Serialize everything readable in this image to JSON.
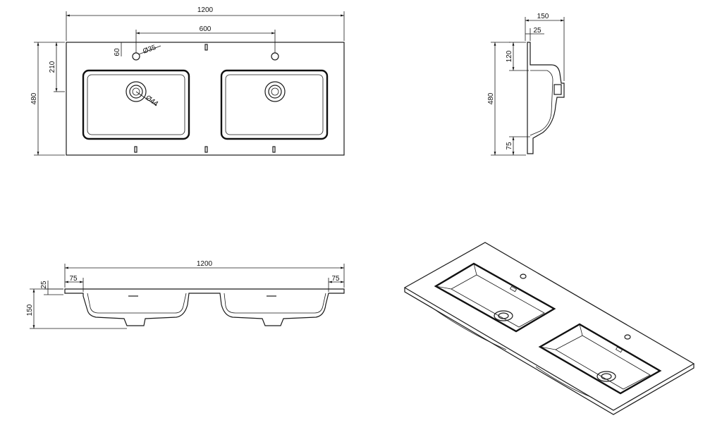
{
  "diagram": {
    "top_view": {
      "width_label": "1200",
      "spacing_label": "600",
      "offset_label": "60",
      "tap_hole_label": "Ø35",
      "drain_label": "Ø44",
      "depth_label": "480",
      "bowl_offset_label": "210"
    },
    "side_view": {
      "depth_label": "150",
      "lip_label": "25",
      "top_height_label": "120",
      "total_label": "480",
      "bottom_label": "75"
    },
    "front_view": {
      "width_label": "1200",
      "left_margin_label": "75",
      "right_margin_label": "75",
      "thickness_label": "25",
      "height_label": "150"
    }
  }
}
